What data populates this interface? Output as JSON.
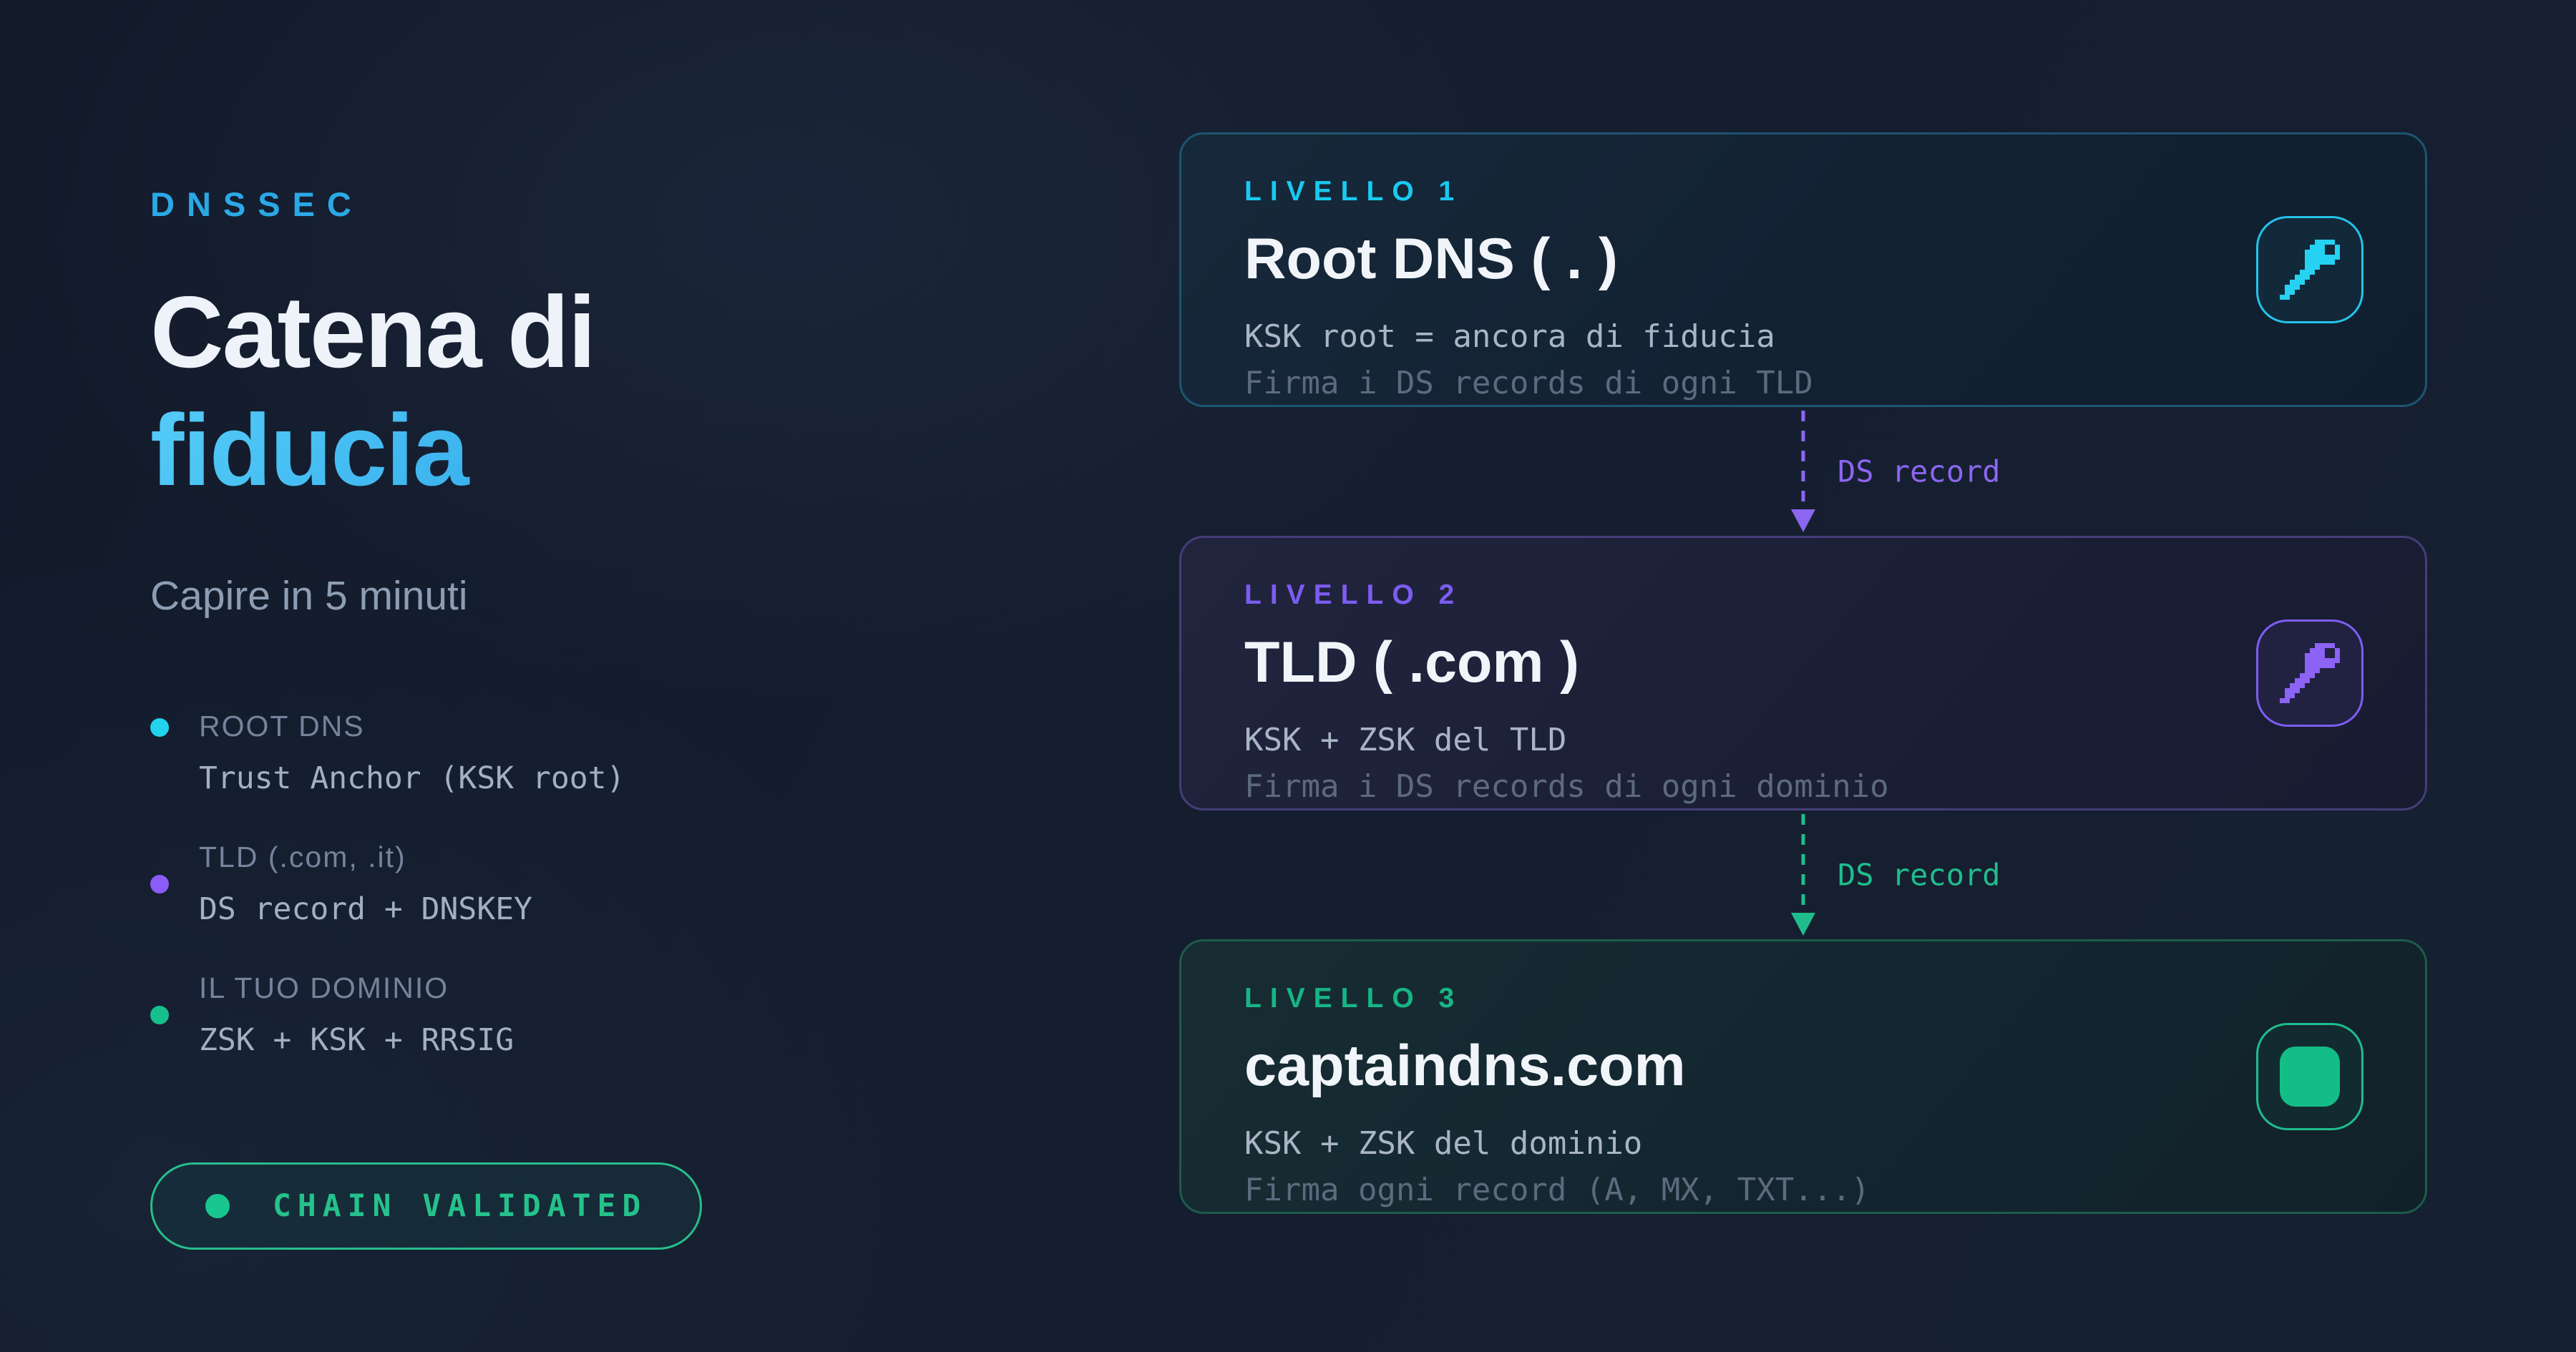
{
  "header": {
    "eyebrow": "DNSSEC",
    "title_line1": "Catena di",
    "title_line2": "fiducia",
    "subtitle": "Capire in 5 minuti",
    "eyebrow_color": "#2aa9e6",
    "title_line2_gradient": [
      "#55cdf8",
      "#1d93e3"
    ]
  },
  "legend": {
    "items": [
      {
        "label": "ROOT DNS",
        "detail": "Trust Anchor (KSK root)",
        "dot_color": "#22d3ee"
      },
      {
        "label": "TLD (.com, .it)",
        "detail": "DS record + DNSKEY",
        "dot_color": "#8b5cf6"
      },
      {
        "label": "IL TUO DOMINIO",
        "detail": "ZSK + KSK + RRSIG",
        "dot_color": "#17c08a"
      }
    ]
  },
  "status_badge": {
    "label": "CHAIN VALIDATED",
    "color": "#25c28c"
  },
  "chain": {
    "levels": [
      {
        "eyebrow": "LIVELLO 1",
        "title": "Root DNS ( . )",
        "line1": "KSK root = ancora di fiducia",
        "line2": "Firma i DS records di ogni TLD",
        "accent": "#22d3ee",
        "icon": "key-icon"
      },
      {
        "eyebrow": "LIVELLO 2",
        "title": "TLD ( .com )",
        "line1": "KSK + ZSK del TLD",
        "line2": "Firma i DS records di ogni dominio",
        "accent": "#8b5cf6",
        "icon": "key-icon"
      },
      {
        "eyebrow": "LIVELLO 3",
        "title": "captaindns.com",
        "line1": "KSK + ZSK del dominio",
        "line2": "Firma ogni record (A, MX, TXT...)",
        "accent": "#17c08a",
        "icon": "seal-icon"
      }
    ],
    "connectors": [
      {
        "label": "DS record",
        "color": "#8b66f0"
      },
      {
        "label": "DS record",
        "color": "#1fbd8c"
      }
    ]
  }
}
